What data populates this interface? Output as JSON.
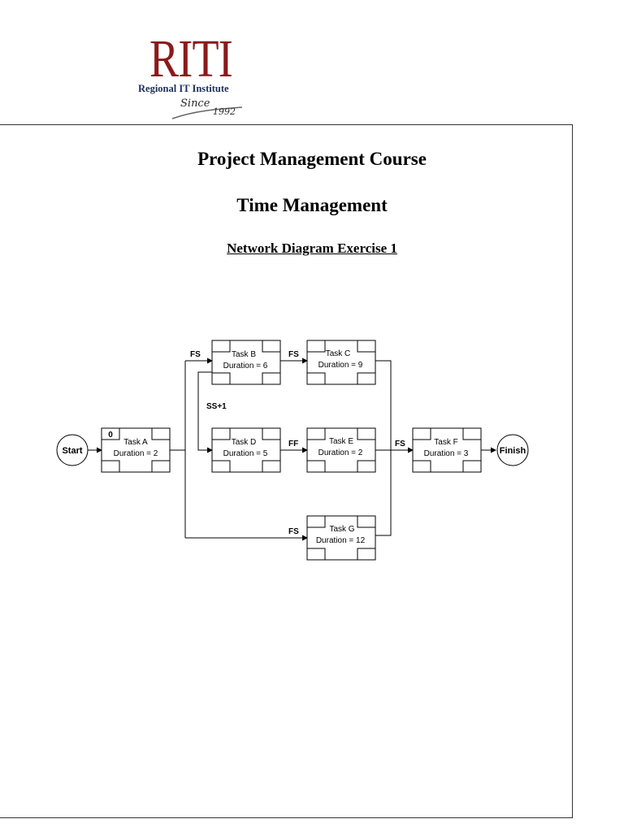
{
  "logo": {
    "brand": "RITI",
    "subtitle": "Regional IT Institute",
    "since": "Since",
    "year": "1992"
  },
  "heading": {
    "course": "Project Management Course",
    "topic": "Time Management",
    "exercise": "Network Diagram Exercise 1"
  },
  "diagram": {
    "start": "Start",
    "finish": "Finish",
    "tasks": {
      "a": {
        "name": "Task A",
        "duration": "Duration = 2",
        "early_start": "0"
      },
      "b": {
        "name": "Task B",
        "duration": "Duration = 6"
      },
      "c": {
        "name": "Task C",
        "duration": "Duration = 9"
      },
      "d": {
        "name": "Task D",
        "duration": "Duration = 5"
      },
      "e": {
        "name": "Task E",
        "duration": "Duration = 2"
      },
      "f": {
        "name": "Task F",
        "duration": "Duration = 3"
      },
      "g": {
        "name": "Task G",
        "duration": "Duration = 12"
      }
    },
    "relations": {
      "a_b": "FS",
      "b_c": "FS",
      "b_d": "SS+1",
      "d_e": "FF",
      "e_f": "FS",
      "a_g": "FS"
    }
  }
}
